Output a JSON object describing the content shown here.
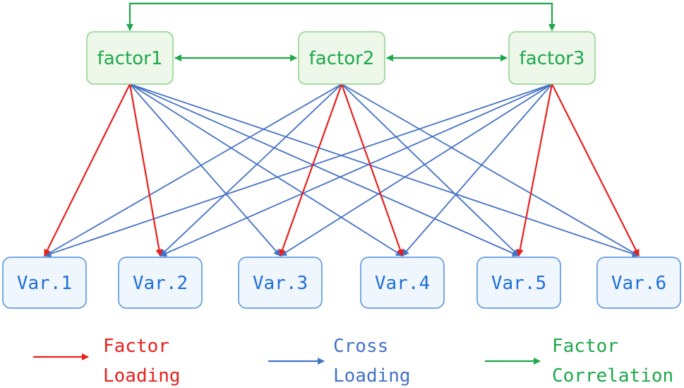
{
  "factors": [
    {
      "id": "f1",
      "label": "factor1"
    },
    {
      "id": "f2",
      "label": "factor2"
    },
    {
      "id": "f3",
      "label": "factor3"
    }
  ],
  "variables": [
    {
      "id": "v1",
      "label": "Var.1"
    },
    {
      "id": "v2",
      "label": "Var.2"
    },
    {
      "id": "v3",
      "label": "Var.3"
    },
    {
      "id": "v4",
      "label": "Var.4"
    },
    {
      "id": "v5",
      "label": "Var.5"
    },
    {
      "id": "v6",
      "label": "Var.6"
    }
  ],
  "factor_loadings": [
    {
      "from": "f1",
      "to": "v1"
    },
    {
      "from": "f1",
      "to": "v2"
    },
    {
      "from": "f2",
      "to": "v3"
    },
    {
      "from": "f2",
      "to": "v4"
    },
    {
      "from": "f3",
      "to": "v5"
    },
    {
      "from": "f3",
      "to": "v6"
    }
  ],
  "cross_loadings": [
    {
      "from": "f1",
      "to": "v3"
    },
    {
      "from": "f1",
      "to": "v4"
    },
    {
      "from": "f1",
      "to": "v5"
    },
    {
      "from": "f1",
      "to": "v6"
    },
    {
      "from": "f2",
      "to": "v1"
    },
    {
      "from": "f2",
      "to": "v2"
    },
    {
      "from": "f2",
      "to": "v5"
    },
    {
      "from": "f2",
      "to": "v6"
    },
    {
      "from": "f3",
      "to": "v1"
    },
    {
      "from": "f3",
      "to": "v2"
    },
    {
      "from": "f3",
      "to": "v3"
    },
    {
      "from": "f3",
      "to": "v4"
    }
  ],
  "factor_correlations": [
    {
      "a": "f1",
      "b": "f2"
    },
    {
      "a": "f2",
      "b": "f3"
    },
    {
      "a": "f1",
      "b": "f3"
    }
  ],
  "legend": {
    "factor_loading": {
      "line1": "Factor",
      "line2": "Loading"
    },
    "cross_loading": {
      "line1": "Cross",
      "line2": "Loading"
    },
    "factor_correlation": {
      "line1": "Factor",
      "line2": "Correlation"
    }
  },
  "colors": {
    "factor_loading": "#e8201e",
    "cross_loading": "#4472c4",
    "factor_correlation": "#1ea84a",
    "factor_fill": "#eef8ea",
    "factor_border": "#8fd08a",
    "var_fill": "#f0f6fe",
    "var_border": "#4c8ee0",
    "var_text": "#1f6fd6"
  }
}
